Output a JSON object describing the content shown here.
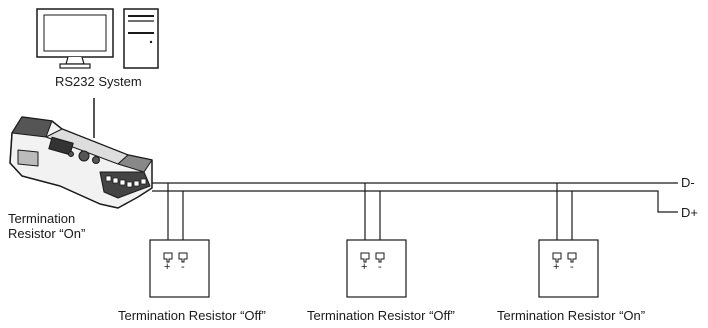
{
  "diagram": {
    "system_label": "RS232 System",
    "converter_label_line1": "Termination",
    "converter_label_line2": "Resistor “On”",
    "bus_label_minus": "D-",
    "bus_label_plus": "D+",
    "devices": [
      {
        "label": "Termination Resistor “Off”",
        "terminal_plus": "+",
        "terminal_minus": "-"
      },
      {
        "label": "Termination Resistor “Off”",
        "terminal_plus": "+",
        "terminal_minus": "-"
      },
      {
        "label": "Termination Resistor “On”",
        "terminal_plus": "+",
        "terminal_minus": "-"
      }
    ]
  }
}
